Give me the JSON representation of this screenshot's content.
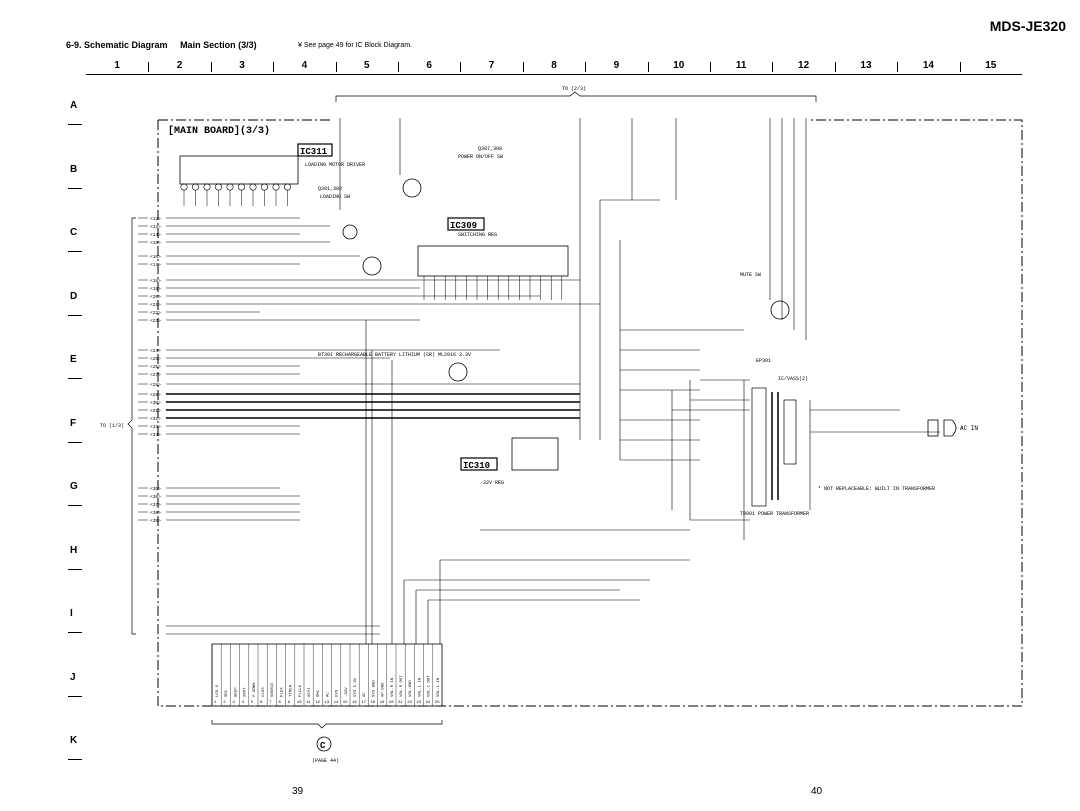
{
  "header": {
    "model": "MDS-JE320",
    "section_title": "6-9. Schematic Diagram",
    "section_sub": "Main Section (3/3)",
    "note": "¥ See page 49 for IC Block Diagram."
  },
  "grid": {
    "columns": [
      "1",
      "2",
      "3",
      "4",
      "5",
      "6",
      "7",
      "8",
      "9",
      "10",
      "11",
      "12",
      "13",
      "14",
      "15"
    ],
    "rows": [
      "A",
      "B",
      "C",
      "D",
      "E",
      "F",
      "G",
      "H",
      "I",
      "J",
      "K"
    ]
  },
  "board": {
    "title": "[MAIN BOARD](3/3)",
    "ic311": "IC311",
    "ic311_desc": "LOADING MOTOR DRIVER",
    "ic309": "IC309",
    "ic309_desc": "SWITCHING REG",
    "ic310": "IC310",
    "ic310_desc": "-32V REG",
    "q307": "Q307,308",
    "q307_desc": "POWER ON/OFF SW",
    "q301": "Q301,302",
    "q301_desc": "LOADING SW",
    "q309_desc": "MUTE SW",
    "battery": "BT301 RECHARGEABLE BATTERY LITHIUM (CR) ML2016 3.3V",
    "ep301": "EP301",
    "icvass": "IC/VASS(2)",
    "transformer": "TR901 POWER TRANSFORMER",
    "not_replaceable": "* NOT REPLACEABLE: BUILT IN TRANSFORMER",
    "ac_in": "AC IN",
    "to_2_3": "TO (2/3)",
    "to_1_3": "TO (1/3)",
    "page_ref": "(PAGE 44)",
    "connector_letter": "C"
  },
  "connector_pins": [
    {
      "n": "1",
      "sig": "LED 0"
    },
    {
      "n": "2",
      "sig": "REC"
    },
    {
      "n": "3",
      "sig": "BEEP"
    },
    {
      "n": "4",
      "sig": "XRST"
    },
    {
      "n": "5",
      "sig": "P.DOWN"
    },
    {
      "n": "6",
      "sig": "CLKS"
    },
    {
      "n": "7",
      "sig": "SOURCE"
    },
    {
      "n": "8",
      "sig": "FLEX"
    },
    {
      "n": "9",
      "sig": "TIMER"
    },
    {
      "n": "10",
      "sig": "FLCLK"
    },
    {
      "n": "11",
      "sig": "KEY1"
    },
    {
      "n": "12",
      "sig": "RMC"
    },
    {
      "n": "13",
      "sig": "AC"
    },
    {
      "n": "14",
      "sig": "EVS"
    },
    {
      "n": "15",
      "sig": "-32V"
    },
    {
      "n": "16",
      "sig": "SYS 5.3V"
    },
    {
      "n": "17",
      "sig": "AC"
    },
    {
      "n": "18",
      "sig": "SYS GND"
    },
    {
      "n": "19",
      "sig": "HP.GND"
    },
    {
      "n": "20",
      "sig": "VOL.R IN"
    },
    {
      "n": "21",
      "sig": "VOL.R OUT"
    },
    {
      "n": "22",
      "sig": "VOL.GND"
    },
    {
      "n": "23",
      "sig": "VOL.L IN"
    },
    {
      "n": "24",
      "sig": "VOL.L OUT"
    },
    {
      "n": "25",
      "sig": "VOL.L IN"
    }
  ],
  "left_ports": [
    "12",
    "13",
    "14",
    "15",
    "16",
    "17",
    "18",
    "19",
    "20",
    "21",
    "22",
    "23",
    "24",
    "25",
    "26",
    "27",
    "28",
    "29",
    "30",
    "31",
    "32",
    "33",
    "34",
    "35",
    "36",
    "37",
    "38",
    "39"
  ],
  "pages": {
    "left": "39",
    "right": "40"
  }
}
